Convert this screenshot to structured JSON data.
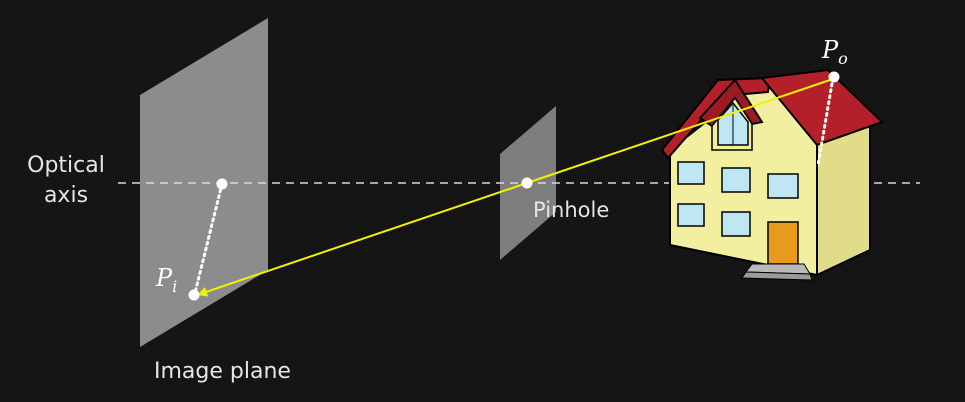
{
  "labels": {
    "optical_axis_line1": "Optical",
    "optical_axis_line2": "axis",
    "pinhole": "Pinhole",
    "image_plane": "Image plane",
    "image_point_base": "P",
    "image_point_sub": "i",
    "object_point_base": "P",
    "object_point_sub": "o"
  },
  "colors": {
    "background": "#151515",
    "plane_fill": "#8c8c8c",
    "ray": "#f2f000",
    "roof": "#b3202a",
    "wall": "#f3efa0",
    "window": "#bfe7f3",
    "door": "#e79a1c",
    "axis": "#d9d9d9"
  },
  "icons": [
    "house-illustration"
  ]
}
